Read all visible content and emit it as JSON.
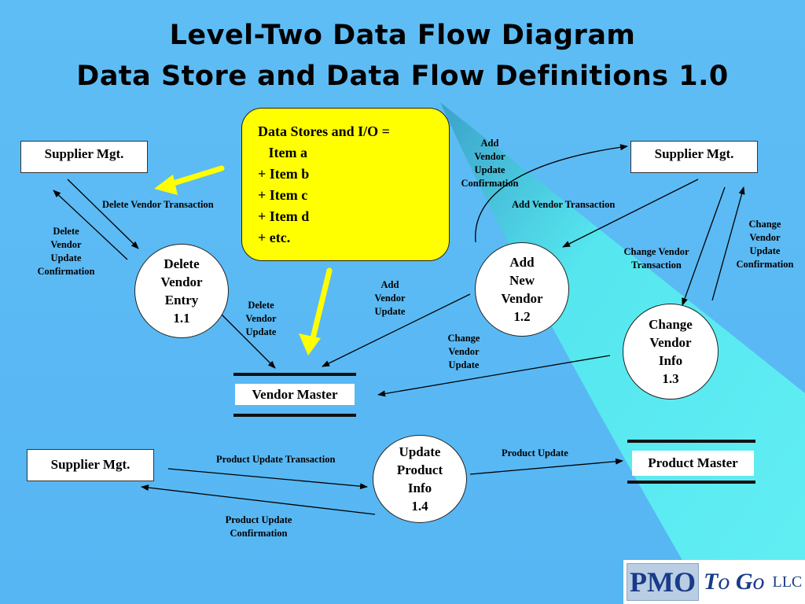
{
  "title": {
    "line1": "Level-Two Data Flow Diagram",
    "line2": "Data Store and Data Flow Definitions 1.0"
  },
  "note": {
    "lines": [
      "Data Stores and I/O =",
      "   Item a",
      "+ Item b",
      "+ Item c",
      "+ Item d",
      "+ etc."
    ]
  },
  "entities": {
    "supplier_left": "Supplier Mgt.",
    "supplier_right": "Supplier Mgt.",
    "supplier_bottom": "Supplier Mgt."
  },
  "processes": {
    "p11": [
      "Delete",
      "Vendor",
      "Entry",
      "1.1"
    ],
    "p12": [
      "Add",
      "New",
      "Vendor",
      "1.2"
    ],
    "p13": [
      "Change",
      "Vendor",
      "Info",
      "1.3"
    ],
    "p14": [
      "Update",
      "Product",
      "Info",
      "1.4"
    ]
  },
  "stores": {
    "vendor_master": "Vendor Master",
    "product_master": "Product Master"
  },
  "flows": {
    "delete_vendor_transaction": "Delete Vendor Transaction",
    "delete_vendor_update_confirmation": [
      "Delete",
      "Vendor",
      "Update",
      "Confirmation"
    ],
    "delete_vendor_update": [
      "Delete",
      "Vendor",
      "Update"
    ],
    "add_vendor_update_confirmation": [
      "Add",
      "Vendor",
      "Update",
      "Confirmation"
    ],
    "add_vendor_transaction": "Add Vendor Transaction",
    "add_vendor_update": [
      "Add",
      "Vendor",
      "Update"
    ],
    "change_vendor_transaction": [
      "Change Vendor",
      "Transaction"
    ],
    "change_vendor_update_confirmation": [
      "Change",
      "Vendor",
      "Update",
      "Confirmation"
    ],
    "change_vendor_update": [
      "Change",
      "Vendor",
      "Update"
    ],
    "product_update_transaction": "Product Update Transaction",
    "product_update_confirmation": [
      "Product Update",
      "Confirmation"
    ],
    "product_update": "Product Update"
  },
  "logo": {
    "pmo": "PMO",
    "to": "T",
    "o1": "o ",
    "go": "G",
    "o2": "o",
    "llc": "LLC"
  },
  "colors": {
    "background": "#5fbdf5",
    "wedge": "#5ff0f0",
    "note": "#ffff00",
    "pointer_arrow": "#ffff00"
  }
}
